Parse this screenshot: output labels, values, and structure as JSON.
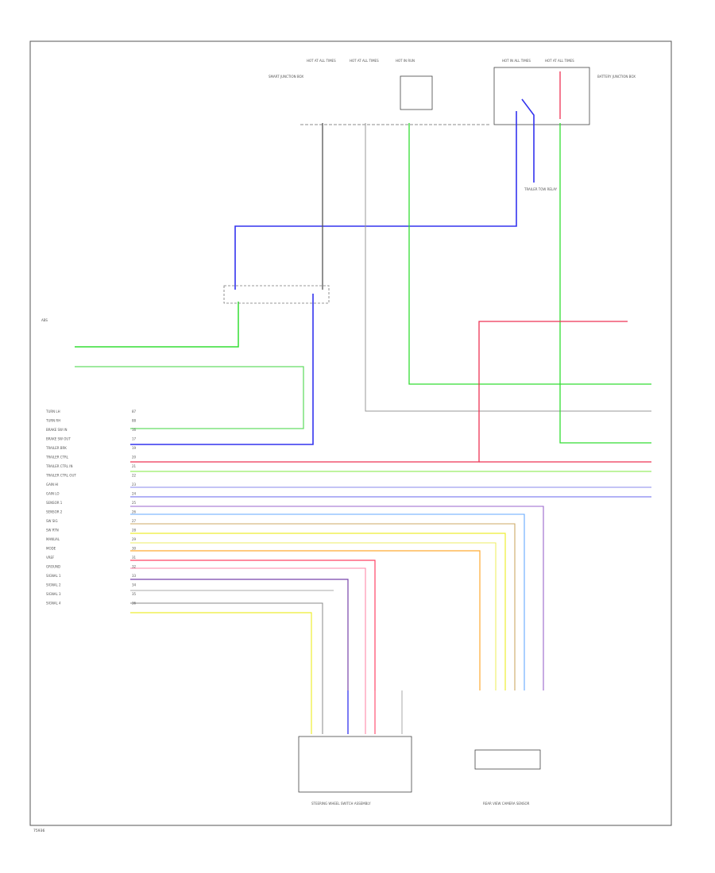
{
  "footer": {
    "code": "75936"
  },
  "top_fuses": [
    {
      "label": "HOT AT ALL TIMES"
    },
    {
      "label": "HOT AT ALL TIMES"
    },
    {
      "label": "HOT IN RUN"
    },
    {
      "label": "HOT IN ALL TIMES"
    },
    {
      "label": "HOT AT ALL TIMES"
    }
  ],
  "module_labels": {
    "left_module": "ABS",
    "junction_left": "SMART JUNCTION BOX",
    "right_box": "BATTERY JUNCTION BOX",
    "relay": "TRAILER TOW RELAY",
    "switch_module": "STEERING WHEEL SWITCH ASSEMBLY",
    "rear_sensor": "REAR VIEW CAMERA SENSOR"
  },
  "pin_rows": [
    {
      "name": "TURN LH",
      "pin": "87"
    },
    {
      "name": "TURN RH",
      "pin": "88"
    },
    {
      "name": "BRAKE SW IN",
      "pin": "16"
    },
    {
      "name": "BRAKE SW OUT",
      "pin": "17"
    },
    {
      "name": "TRAILER BRK",
      "pin": "19"
    },
    {
      "name": "TRAILER CTRL",
      "pin": "20"
    },
    {
      "name": "TRAILER CTRL IN",
      "pin": "21"
    },
    {
      "name": "TRAILER CTRL OUT",
      "pin": "22"
    },
    {
      "name": "GAIN HI",
      "pin": "23"
    },
    {
      "name": "GAIN LO",
      "pin": "24"
    },
    {
      "name": "SENSOR 1",
      "pin": "25"
    },
    {
      "name": "SENSOR 2",
      "pin": "26"
    },
    {
      "name": "SW SIG",
      "pin": "27"
    },
    {
      "name": "SW RTN",
      "pin": "28"
    },
    {
      "name": "MANUAL",
      "pin": "29"
    },
    {
      "name": "MODE",
      "pin": "30"
    },
    {
      "name": "VREF",
      "pin": "31"
    },
    {
      "name": "GROUND",
      "pin": "32"
    },
    {
      "name": "SIGNAL 1",
      "pin": "33"
    },
    {
      "name": "SIGNAL 2",
      "pin": "34"
    },
    {
      "name": "SIGNAL 3",
      "pin": "35"
    },
    {
      "name": "SIGNAL 4",
      "pin": "36"
    }
  ],
  "wire_colors": {
    "blue": "#3333ee",
    "green": "#22cc22",
    "red": "#ee3355",
    "pink": "#ff7799",
    "gray": "#888888",
    "dark": "#333333",
    "yellow": "#eeee33",
    "orange": "#ffaa33",
    "tan": "#ccaa66",
    "violet": "#9966cc",
    "purple": "#7744aa",
    "light_blue": "#66aaff",
    "lime": "#99ee66"
  }
}
